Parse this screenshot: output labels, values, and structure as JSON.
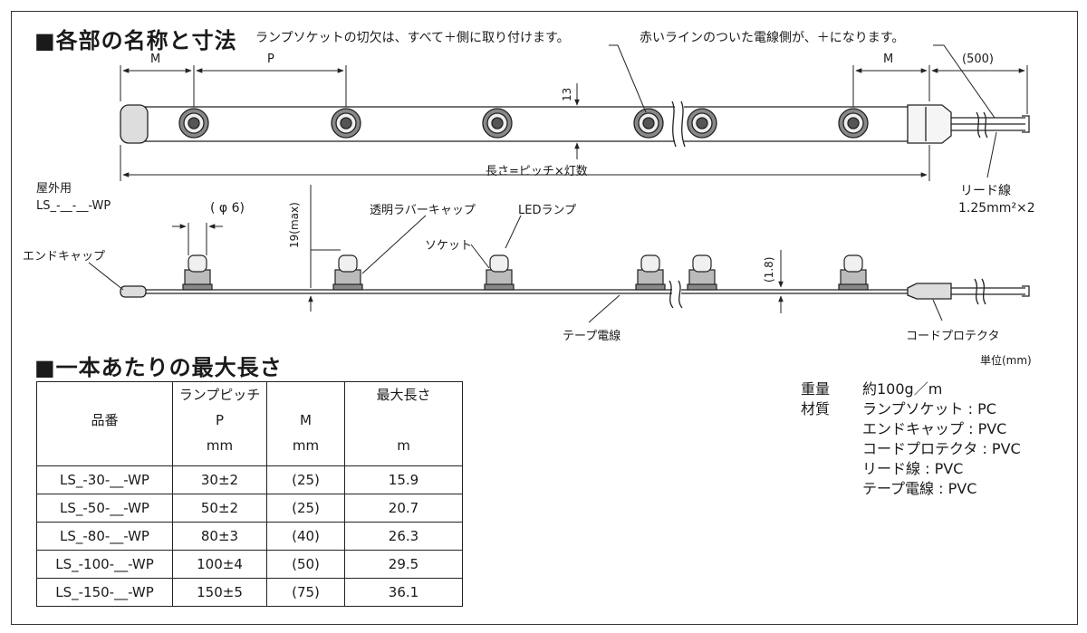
{
  "section1_title": "■各部の名称と寸法",
  "section2_title": "■一本あたりの最大長さ",
  "top_diagram": {
    "note_socket": "ランプソケットの切欠は、すべて＋側に取り付けます。",
    "note_red_line": "赤いラインのついた電線側が、＋になります。",
    "dim_m_left": "M",
    "dim_p": "P",
    "dim_m_right": "M",
    "dim_500": "(500)",
    "dim_13": "13",
    "length_formula": "長さ=ピッチ×灯数",
    "lead_wire": "リード線",
    "lead_wire_spec": "1.25mm²×2"
  },
  "side_diagram": {
    "outdoor": "屋外用",
    "model": "LS_-__-__-WP",
    "phi6": "( φ 6)",
    "dim_19max": "19(max)",
    "clear_cap": "透明ラバーキャップ",
    "led_lamp": "LEDランプ",
    "socket": "ソケット",
    "end_cap": "エンドキャップ",
    "dim_1_8": "(1.8)",
    "tape_wire": "テープ電線",
    "cord_protector": "コードプロテクタ"
  },
  "unit": "単位(mm)",
  "specs": [
    {
      "label": "重量",
      "value": "約100g／m"
    },
    {
      "label": "材質",
      "value": "ランプソケット : PC"
    },
    {
      "label": "",
      "value": "エンドキャップ : PVC"
    },
    {
      "label": "",
      "value": "コードプロテクタ : PVC"
    },
    {
      "label": "",
      "value": "リード線 : PVC"
    },
    {
      "label": "",
      "value": "テープ電線 : PVC"
    }
  ],
  "table": {
    "headers": {
      "part_no": "品番",
      "pitch_title": "ランプピッチ",
      "pitch_p": "P",
      "pitch_unit": "mm",
      "m": "M",
      "m_unit": "mm",
      "max_len": "最大長さ",
      "max_unit": "m"
    },
    "rows": [
      {
        "part": "LS_-30-__-WP",
        "pitch": "30±2",
        "m": "(25)",
        "max": "15.9"
      },
      {
        "part": "LS_-50-__-WP",
        "pitch": "50±2",
        "m": "(25)",
        "max": "20.7"
      },
      {
        "part": "LS_-80-__-WP",
        "pitch": "80±3",
        "m": "(40)",
        "max": "26.3"
      },
      {
        "part": "LS_-100-__-WP",
        "pitch": "100±4",
        "m": "(50)",
        "max": "29.5"
      },
      {
        "part": "LS_-150-__-WP",
        "pitch": "150±5",
        "m": "(75)",
        "max": "36.1"
      }
    ]
  }
}
